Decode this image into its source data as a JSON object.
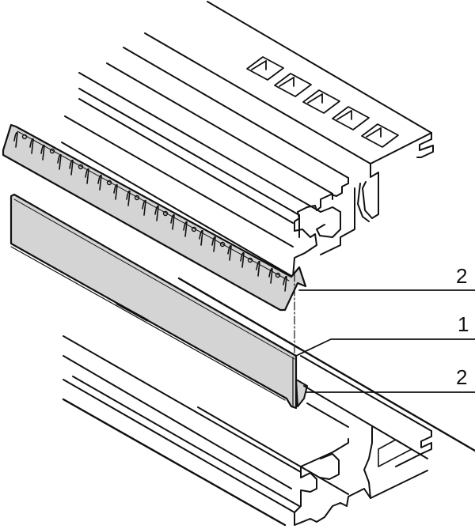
{
  "diagram": {
    "type": "exploded technical line drawing",
    "subject": "profile rail assembly with insert strip and clip strips",
    "colors": {
      "line": "#111111",
      "part_fill": "#d4d4d4",
      "background": "#ffffff"
    },
    "callouts": [
      {
        "label": "2",
        "target": "upper clip strip (perforated spring strip)"
      },
      {
        "label": "1",
        "target": "gray insert strip / panel"
      },
      {
        "label": "2",
        "target": "lower clip strip"
      }
    ],
    "components": [
      "upper profile rail with square slots",
      "perforated clip strip",
      "gray insert panel",
      "lower profile rail",
      "dash-dot alignment axis"
    ]
  }
}
